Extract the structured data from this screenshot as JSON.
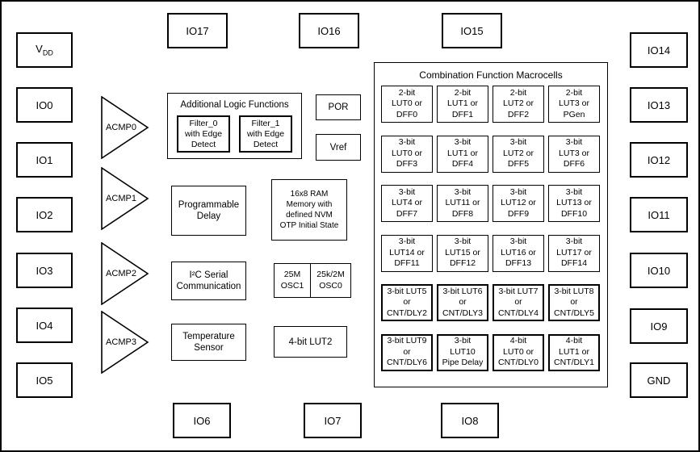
{
  "pins": {
    "vdd": {
      "base": "V",
      "sub": "DD"
    },
    "left": [
      "IO0",
      "IO1",
      "IO2",
      "IO3",
      "IO4",
      "IO5"
    ],
    "top": [
      "IO17",
      "IO16",
      "IO15"
    ],
    "right": [
      "IO14",
      "IO13",
      "IO12",
      "IO11",
      "IO10",
      "IO9",
      "GND"
    ],
    "bottom": [
      "IO6",
      "IO7",
      "IO8"
    ]
  },
  "acmp": [
    "ACMP0",
    "ACMP1",
    "ACMP2",
    "ACMP3"
  ],
  "blocks": {
    "additional_logic_title": "Additional Logic Functions",
    "filter0": "Filter_0\nwith Edge\nDetect",
    "filter1": "Filter_1\nwith Edge\nDetect",
    "programmable_delay": "Programmable\nDelay",
    "i2c": "I²C Serial\nCommunication",
    "temperature_sensor": "Temperature\nSensor",
    "por": "POR",
    "vref": "Vref",
    "ram": "16x8 RAM\nMemory with\ndefined NVM\nOTP Initial State",
    "osc1": "25M\nOSC1",
    "osc0": "25k/2M\nOSC0",
    "lut2_4bit": "4-bit LUT2"
  },
  "macrocells": {
    "title": "Combination Function Macrocells",
    "cells": [
      "2-bit\nLUT0 or\nDFF0",
      "2-bit\nLUT1 or\nDFF1",
      "2-bit\nLUT2 or\nDFF2",
      "2-bit\nLUT3 or\nPGen",
      "3-bit\nLUT0 or\nDFF3",
      "3-bit\nLUT1 or\nDFF4",
      "3-bit\nLUT2 or\nDFF5",
      "3-bit\nLUT3 or\nDFF6",
      "3-bit\nLUT4 or\nDFF7",
      "3-bit\nLUT11 or\nDFF8",
      "3-bit\nLUT12 or\nDFF9",
      "3-bit\nLUT13 or\nDFF10",
      "3-bit\nLUT14 or\nDFF11",
      "3-bit\nLUT15 or\nDFF12",
      "3-bit\nLUT16 or\nDFF13",
      "3-bit\nLUT17 or\nDFF14",
      "3-bit LUT5\nor\nCNT/DLY2",
      "3-bit LUT6\nor\nCNT/DLY3",
      "3-bit LUT7\nor\nCNT/DLY4",
      "3-bit LUT8\nor\nCNT/DLY5",
      "3-bit LUT9\nor\nCNT/DLY6",
      "3-bit\nLUT10\nPipe Delay",
      "4-bit\nLUT0 or\nCNT/DLY0",
      "4-bit\nLUT1 or\nCNT/DLY1"
    ]
  },
  "colors": {
    "line": "#000000",
    "background": "#ffffff"
  }
}
